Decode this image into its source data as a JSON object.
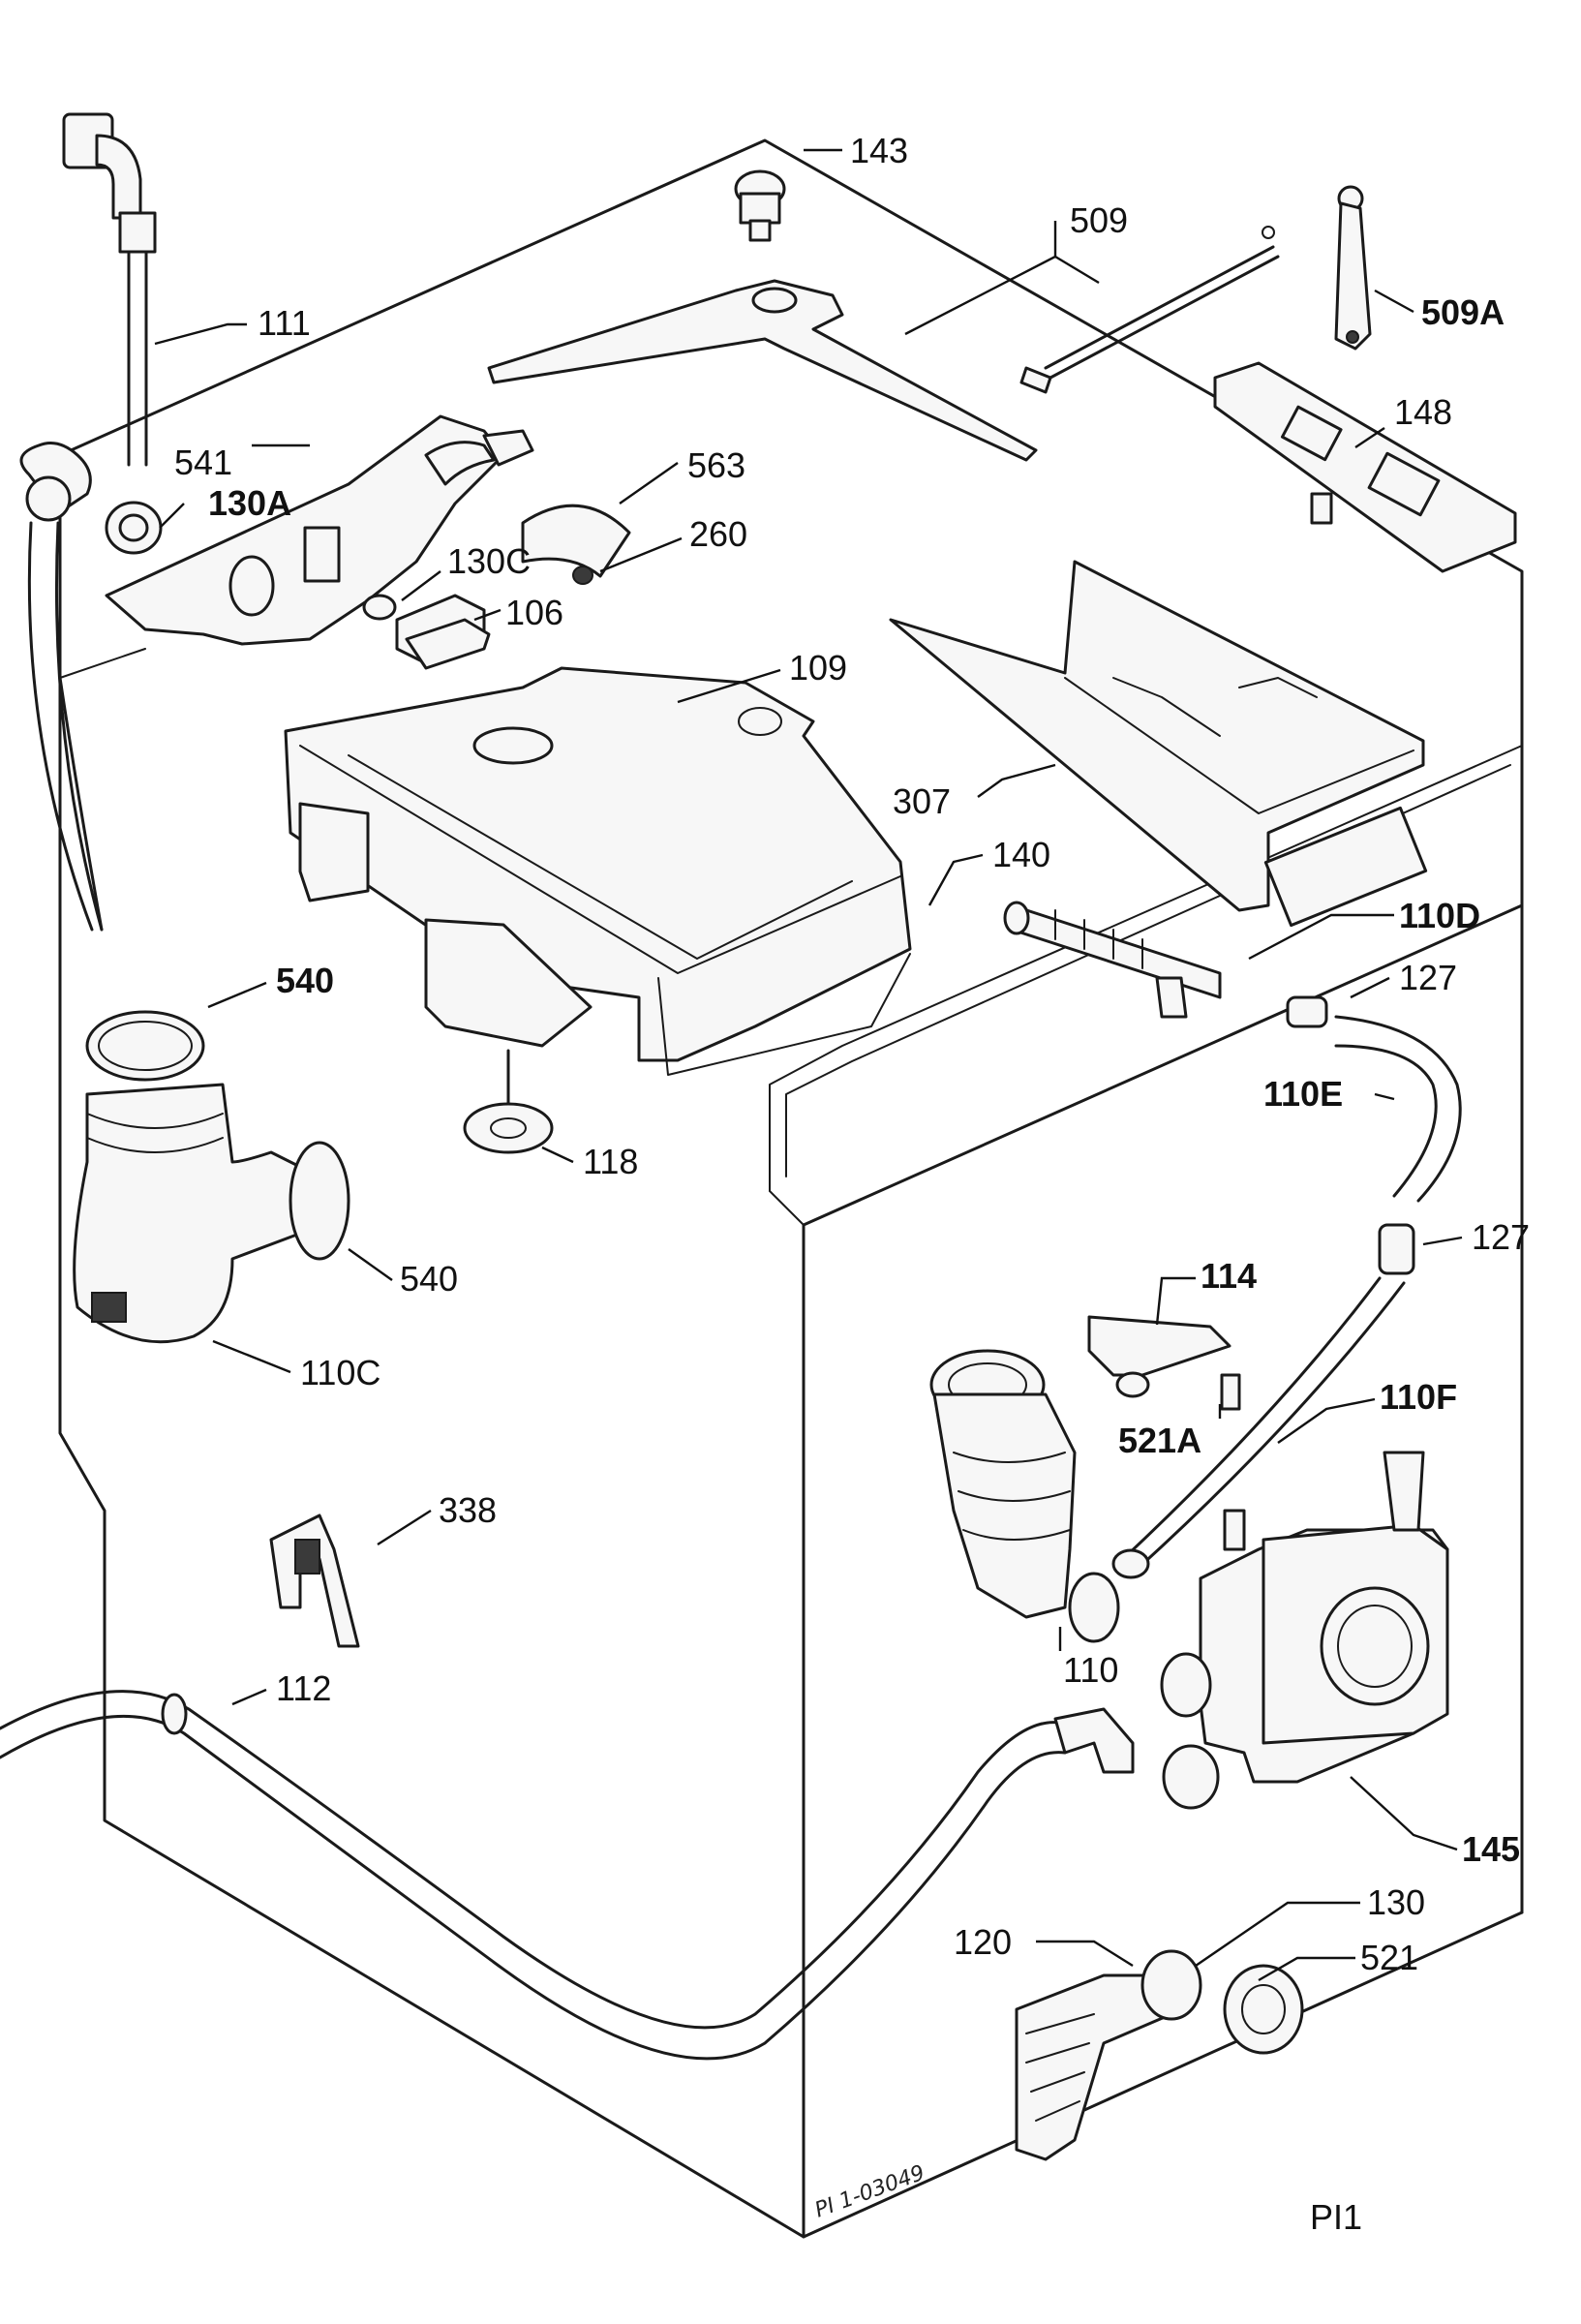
{
  "labels": {
    "l111": "111",
    "l541": "541",
    "l130a": "130A",
    "l130c": "130C",
    "l106": "106",
    "l563": "563",
    "l260": "260",
    "l143": "143",
    "l509": "509",
    "l509a": "509A",
    "l148": "148",
    "l109": "109",
    "l307": "307",
    "l140": "140",
    "l110d": "110D",
    "l127a": "127",
    "l110e": "110E",
    "l127b": "127",
    "l540a": "540",
    "l540b": "540",
    "l110c": "110C",
    "l118": "118",
    "l114": "114",
    "l521a": "521A",
    "l110f": "110F",
    "l338": "338",
    "l112": "112",
    "l110": "110",
    "l145": "145",
    "l120": "120",
    "l130": "130",
    "l521": "521"
  },
  "drawing_ref": "PI 1-03049",
  "page_id": "PI1"
}
